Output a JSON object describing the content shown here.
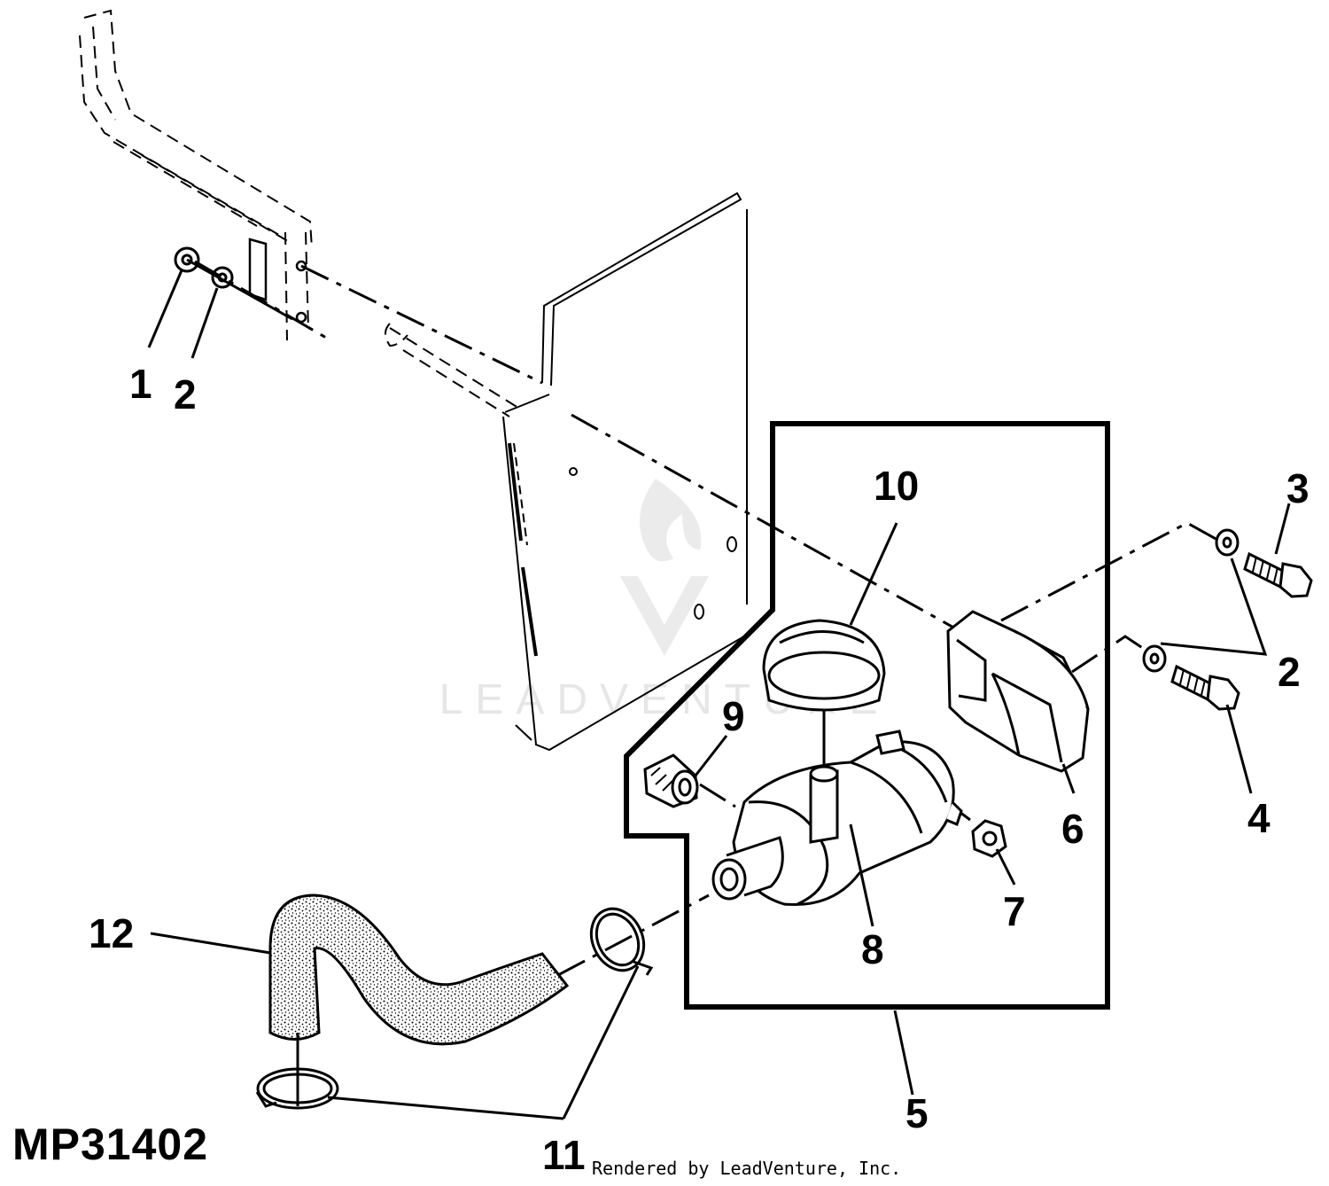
{
  "figure_id": "MP31402",
  "footer_text": "Rendered by LeadVenture, Inc.",
  "watermark": {
    "text": "LEADVENTURE",
    "color": "#e6e6e6"
  },
  "callouts": [
    "1",
    "2",
    "3",
    "2",
    "4",
    "5",
    "6",
    "7",
    "8",
    "9",
    "10",
    "11",
    "12"
  ],
  "colors": {
    "line": "#000000",
    "background": "#ffffff"
  }
}
